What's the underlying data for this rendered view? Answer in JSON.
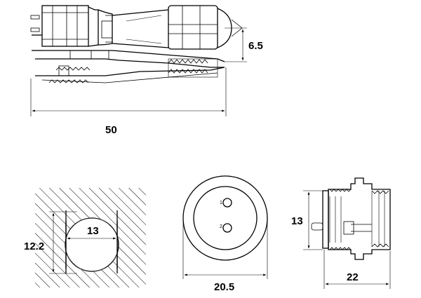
{
  "dimensions": {
    "side_offset": "6.5",
    "overall_length": "50",
    "cutout_width": "13",
    "cutout_height": "12.2",
    "face_diameter": "20.5",
    "flange_height": "13",
    "socket_length": "22"
  },
  "pin_labels": [
    "1",
    "2"
  ]
}
